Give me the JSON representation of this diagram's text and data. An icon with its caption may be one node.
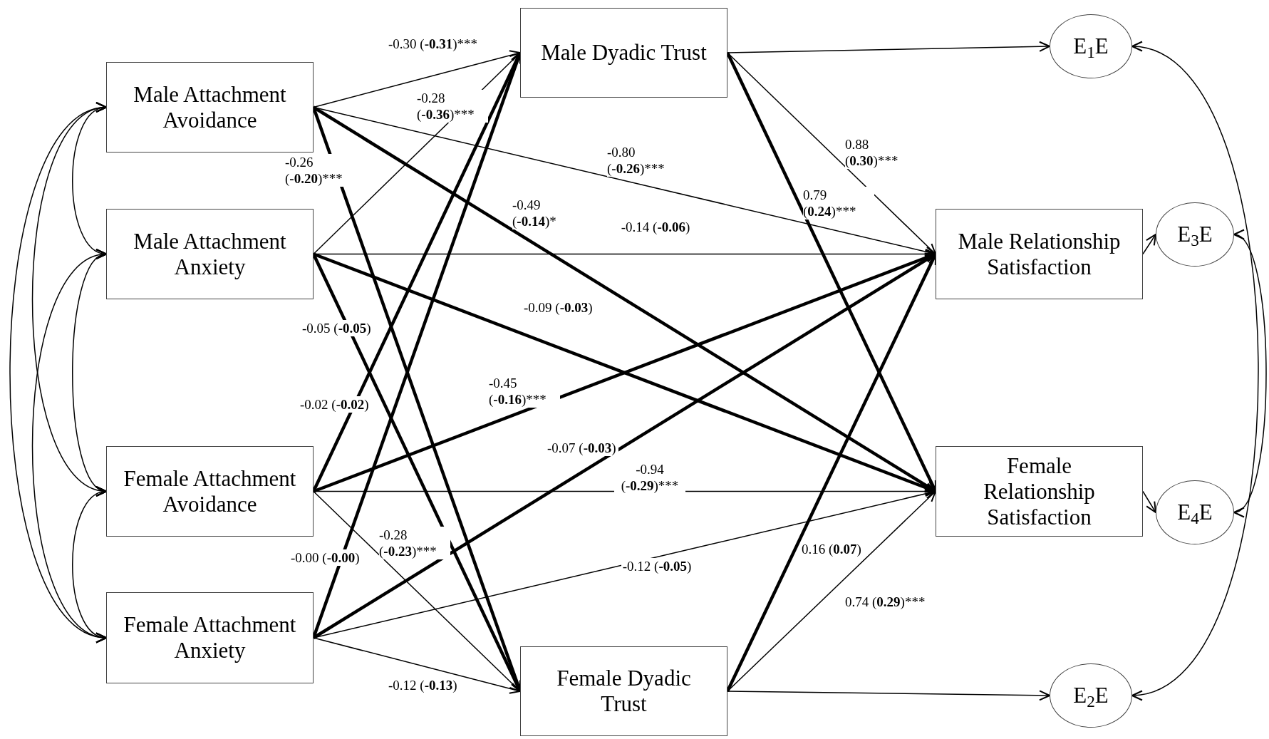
{
  "diagram": {
    "nodes": [
      {
        "text": [
          "Male Attachment Avoidance"
        ]
      },
      {
        "text": [
          "Male Attachment Anxiety"
        ]
      },
      {
        "text": [
          "Female Attachment Avoidance"
        ]
      },
      {
        "text": [
          "Female Attachment Anxiety"
        ]
      },
      {
        "text": [
          "Male Dyadic Trust"
        ]
      },
      {
        "text": [
          "Female Dyadic Trust"
        ]
      },
      {
        "text": [
          "Male Relationship Satisfaction"
        ]
      },
      {
        "text": [
          "Female Relationship Satisfaction"
        ]
      },
      {
        "text": [
          "E$_{1}$E"
        ]
      },
      {
        "text": [
          "E$_{3}$E"
        ]
      },
      {
        "text": [
          "E$_{4}$E"
        ]
      },
      {
        "text": [
          "E$_{2}$E"
        ]
      }
    ],
    "edges": [
      {
        "from": 0,
        "to": 4,
        "arrow": "to",
        "label": "-0.30 (**-0.31**)***"
      },
      {
        "from": 0,
        "to": 5,
        "arrow": "to",
        "label": "-0.26 (**-0.20**)***",
        "style": "thick"
      },
      {
        "from": 0,
        "to": 6,
        "arrow": "to",
        "label": "-0.80 (**-0.26**)***"
      },
      {
        "from": 0,
        "to": 7,
        "arrow": "to",
        "label": "-0.49 (**-0.14**)*",
        "style": "thick"
      },
      {
        "from": 1,
        "to": 4,
        "arrow": "to",
        "label": "-0.28 (**-0.36**)***"
      },
      {
        "from": 1,
        "to": 5,
        "arrow": "to",
        "label": "-0.05 (**-0.05**)",
        "style": "thick"
      },
      {
        "from": 1,
        "to": 6,
        "arrow": "to",
        "label": "-0.14 (**-0.06**)"
      },
      {
        "from": 1,
        "to": 7,
        "arrow": "to",
        "label": "-0.09 (**-0.03**)",
        "style": "thick"
      },
      {
        "from": 2,
        "to": 4,
        "arrow": "to",
        "label": "-0.02 (**-0.02**)",
        "style": "thick"
      },
      {
        "from": 2,
        "to": 5,
        "arrow": "to",
        "label": "-0.28 (**-0.23**)***"
      },
      {
        "from": 2,
        "to": 6,
        "arrow": "to",
        "label": "-0.45 (**-0.16**)***",
        "style": "thick"
      },
      {
        "from": 2,
        "to": 7,
        "arrow": "to",
        "label": "-0.94 (**-0.29**)***"
      },
      {
        "from": 3,
        "to": 4,
        "arrow": "to",
        "label": "-0.00 (**-0.00**)",
        "style": "thick"
      },
      {
        "from": 3,
        "to": 5,
        "arrow": "to",
        "label": "-0.12 (**-0.13**)"
      },
      {
        "from": 3,
        "to": 6,
        "arrow": "to",
        "label": "-0.07 (**-0.03**)",
        "style": "thick"
      },
      {
        "from": 3,
        "to": 7,
        "arrow": "to",
        "label": "-0.12 (**-0.05**)"
      },
      {
        "from": 4,
        "to": 6,
        "arrow": "to",
        "label": "0.88 (**0.30**)***"
      },
      {
        "from": 4,
        "to": 7,
        "arrow": "to",
        "label": "0.79 (**0.24**)***",
        "style": "thick"
      },
      {
        "from": 5,
        "to": 6,
        "arrow": "to",
        "label": "0.16 (**0.07**)",
        "style": "thick"
      },
      {
        "from": 5,
        "to": 7,
        "arrow": "to",
        "label": "0.74 (**0.29**)***"
      },
      {
        "from": 4,
        "to": 8,
        "arrow": "to"
      },
      {
        "from": 5,
        "to": 11,
        "arrow": "to"
      },
      {
        "from": 6,
        "to": 9,
        "arrow": "to"
      },
      {
        "from": 7,
        "to": 10,
        "arrow": "to"
      },
      {
        "from": 0,
        "to": 1,
        "arrow": "both"
      },
      {
        "from": 0,
        "to": 2,
        "arrow": "both"
      },
      {
        "from": 0,
        "to": 3,
        "arrow": "both"
      },
      {
        "from": 1,
        "to": 2,
        "arrow": "both"
      },
      {
        "from": 1,
        "to": 3,
        "arrow": "both"
      },
      {
        "from": 2,
        "to": 3,
        "arrow": "both"
      },
      {
        "from": 8,
        "to": 11,
        "arrow": "both"
      },
      {
        "from": 9,
        "to": 10,
        "arrow": "both"
      }
    ]
  }
}
